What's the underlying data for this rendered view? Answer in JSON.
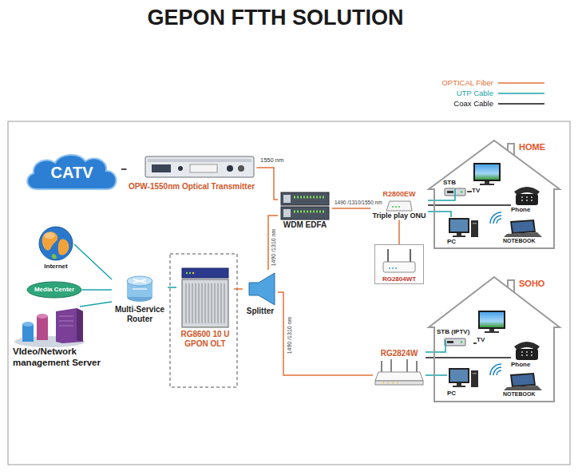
{
  "diagram": {
    "title": "GEPON FTTH SOLUTION",
    "nodes": [
      {
        "text": [
          "CATV"
        ]
      },
      {
        "text": [
          "OPW-1550nm Optical Transmitter"
        ]
      },
      {
        "text": [
          "WDM EDFA"
        ]
      },
      {
        "text": [
          "R2800EW",
          "Triple play ONU"
        ]
      },
      {
        "text": [
          "HOME"
        ]
      },
      {
        "text": [
          "STB"
        ],
        "in": 4
      },
      {
        "text": [
          "TV"
        ],
        "in": 4
      },
      {
        "text": [
          "Phone"
        ],
        "in": 4
      },
      {
        "text": [
          "PC"
        ],
        "in": 4
      },
      {
        "text": [
          "NOTEBOOK"
        ],
        "in": 4
      },
      {
        "text": [
          "Internet"
        ]
      },
      {
        "text": [
          "Media Center"
        ]
      },
      {
        "text": [
          "Multi-Service Router"
        ]
      },
      {
        "text": [
          "RG8600 10 U GPON OLT"
        ]
      },
      {
        "text": [
          "Splitter"
        ]
      },
      {
        "text": [
          "RG2804WT"
        ]
      },
      {
        "text": [
          "VIdeo/Network management Server"
        ]
      },
      {
        "text": [
          "SOHO"
        ]
      },
      {
        "text": [
          "STB (IPTV)"
        ],
        "in": 17
      },
      {
        "text": [
          "TV"
        ],
        "in": 17
      },
      {
        "text": [
          "Phone"
        ],
        "in": 17
      },
      {
        "text": [
          "PC"
        ],
        "in": 17
      },
      {
        "text": [
          "NOTEBOOK"
        ],
        "in": 17
      },
      {
        "text": [
          "RG2824W"
        ]
      }
    ],
    "edges": [
      {
        "from": 0,
        "to": 1,
        "arrow": "none"
      },
      {
        "from": 1,
        "to": 2,
        "label": "1550 nm",
        "arrow": "none"
      },
      {
        "from": 14,
        "to": 2,
        "label": "1490 /1310 nm",
        "arrow": "none"
      },
      {
        "from": 2,
        "to": 3,
        "label": "1490 /1310/1550 nm",
        "arrow": "none"
      },
      {
        "from": 3,
        "to": 5,
        "arrow": "none"
      },
      {
        "from": 3,
        "to": 7,
        "arrow": "none"
      },
      {
        "from": 3,
        "to": 8,
        "arrow": "none"
      },
      {
        "from": 5,
        "to": 6,
        "arrow": "none"
      },
      {
        "from": 3,
        "to": 15,
        "arrow": "none"
      },
      {
        "from": 10,
        "to": 12,
        "arrow": "none"
      },
      {
        "from": 11,
        "to": 12,
        "arrow": "none"
      },
      {
        "from": 16,
        "to": 12,
        "arrow": "none"
      },
      {
        "from": 12,
        "to": 13,
        "arrow": "none"
      },
      {
        "from": 13,
        "to": 14,
        "arrow": "none"
      },
      {
        "from": 14,
        "to": 23,
        "label": "1490 /1310 nm",
        "arrow": "none"
      },
      {
        "from": 23,
        "to": 18,
        "arrow": "none"
      },
      {
        "from": 23,
        "to": 20,
        "arrow": "none"
      },
      {
        "from": 23,
        "to": 21,
        "arrow": "none"
      },
      {
        "from": 18,
        "to": 19,
        "arrow": "none"
      }
    ],
    "legend": [
      {
        "text": "OPTICAL Fiber"
      },
      {
        "text": "UTP Cable"
      },
      {
        "text": "Coax Cable"
      }
    ]
  }
}
